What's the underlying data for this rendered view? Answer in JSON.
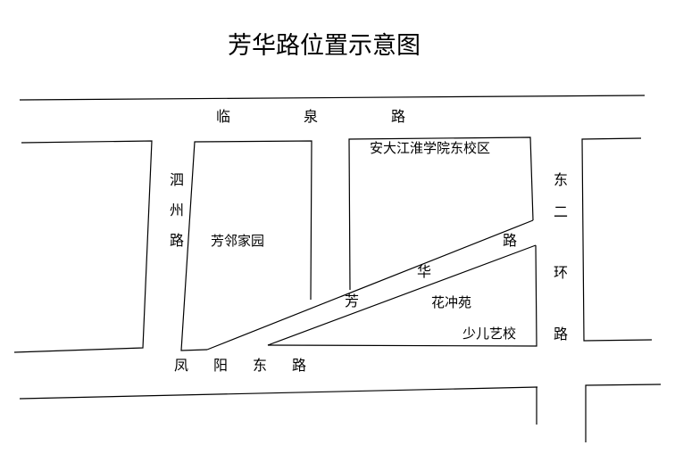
{
  "title": "芳华路位置示意图",
  "roads": {
    "linquan": [
      "临",
      "泉",
      "路"
    ],
    "sizhou": [
      "泗",
      "州",
      "路"
    ],
    "dong2huan": [
      "东",
      "二",
      "环",
      "路"
    ],
    "fenyang": [
      "凤",
      "阳",
      "东",
      "路"
    ],
    "fanghua": [
      "芳",
      "华",
      "路"
    ]
  },
  "places": {
    "fanglin": "芳邻家园",
    "anda": "安大江淮学院东校区",
    "huachong": "花冲苑",
    "shaoer": "少儿艺校"
  },
  "colors": {
    "line": "#000000",
    "background": "#ffffff"
  }
}
